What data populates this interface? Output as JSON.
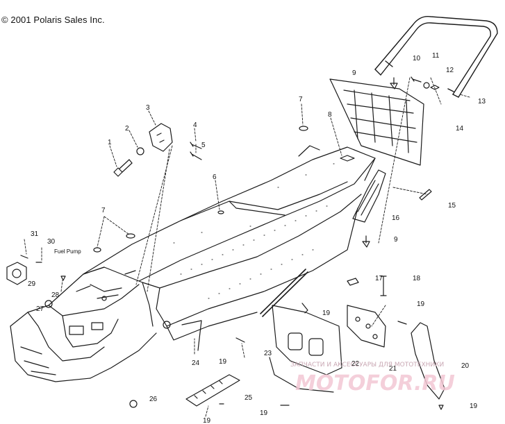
{
  "copyright": "© 2001 Polaris Sales Inc.",
  "fuel_pump_label": "Fuel Pump",
  "callouts": [
    "1",
    "2",
    "3",
    "4",
    "5",
    "6",
    "7",
    "7",
    "8",
    "9",
    "9",
    "10",
    "11",
    "12",
    "13",
    "14",
    "15",
    "16",
    "17",
    "18",
    "19",
    "19",
    "19",
    "19",
    "19",
    "19",
    "20",
    "21",
    "22",
    "23",
    "24",
    "25",
    "26",
    "27",
    "28",
    "29",
    "30",
    "31"
  ],
  "watermark": {
    "caption": "ЗАПЧАСТИ И АКСЕССУАРЫ ДЛЯ МОТОТЕХНИКИ",
    "logo": "MOTOFOR.RU"
  },
  "colors": {
    "line": "#1a1a1a",
    "watermark": "#f3c7d4"
  }
}
